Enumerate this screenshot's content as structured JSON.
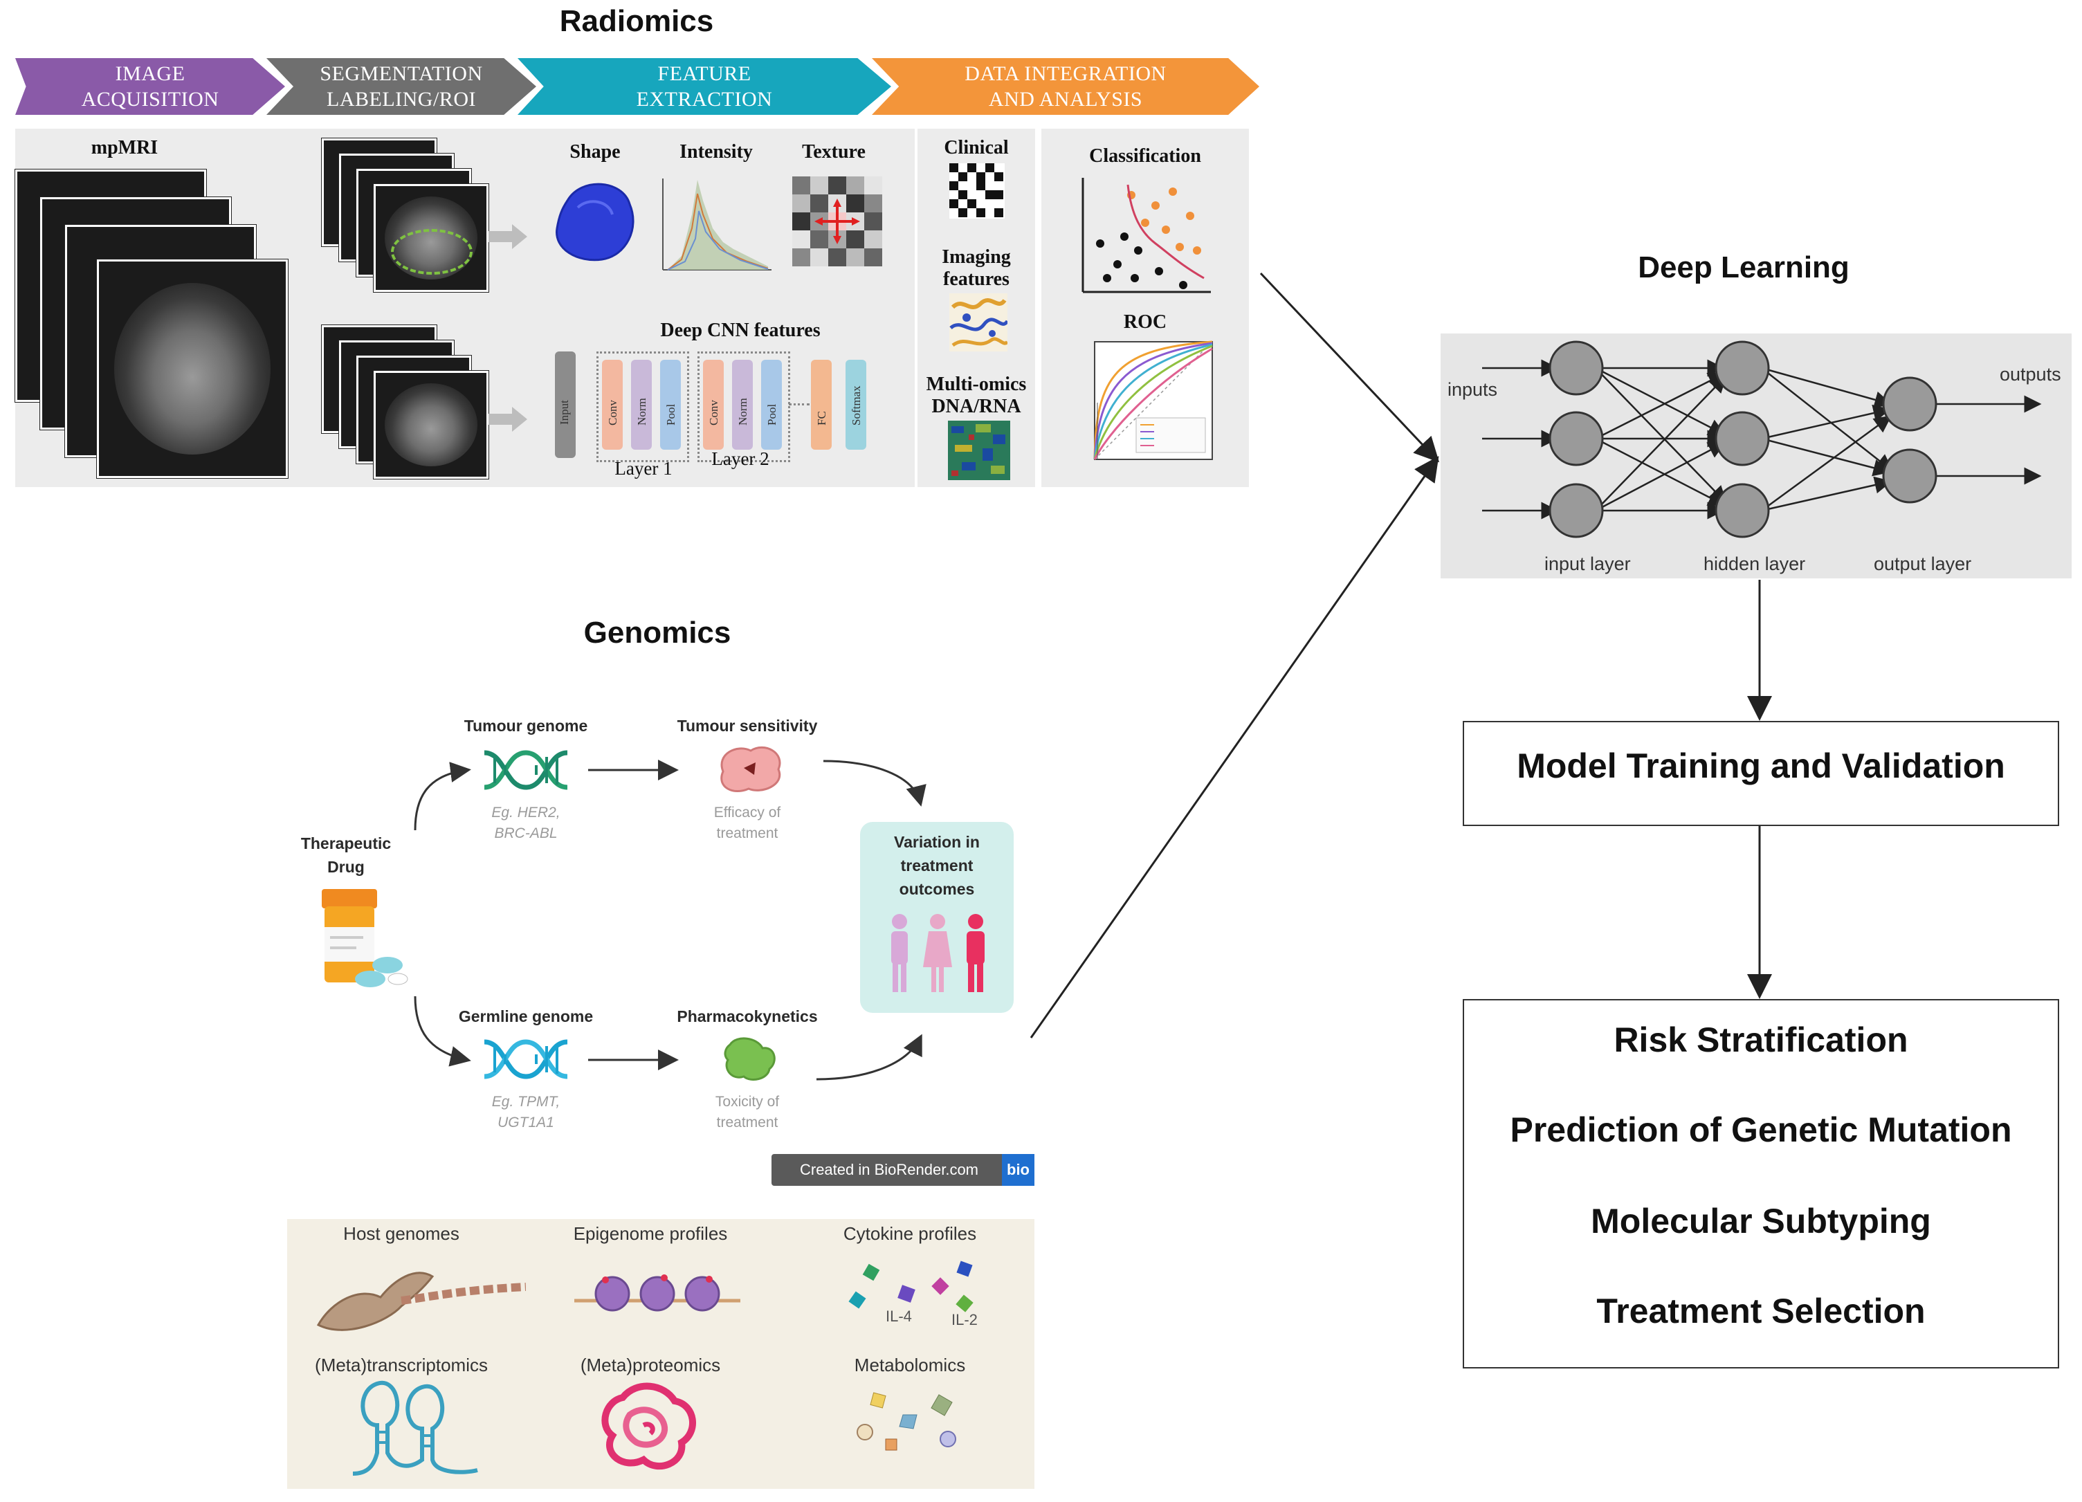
{
  "titles": {
    "radiomics": "Radiomics",
    "genomics": "Genomics",
    "deep_learning": "Deep Learning"
  },
  "pipeline": [
    {
      "label": "IMAGE\nACQUISITION",
      "color": "#8a5aa8"
    },
    {
      "label": "SEGMENTATION\nLABELING/ROI",
      "color": "#6f6f6f"
    },
    {
      "label": "FEATURE\nEXTRACTION",
      "color": "#17a6bd"
    },
    {
      "label": "DATA INTEGRATION\nAND ANALYSIS",
      "color": "#f3953a"
    }
  ],
  "radiomics": {
    "mpmri_label": "mpMRI",
    "shape_label": "Shape",
    "intensity_label": "Intensity",
    "texture_label": "Texture",
    "cnn_label": "Deep CNN features",
    "cnn_blocks": [
      "Input",
      "Conv",
      "Norm",
      "Pool",
      "Conv",
      "Norm",
      "Pool",
      "FC",
      "Softmax"
    ],
    "layer1_label": "Layer 1",
    "layer2_label": "Layer 2",
    "clinical_label": "Clinical",
    "imaging_label": "Imaging\nfeatures",
    "multiomics_label": "Multi-omics\nDNA/RNA",
    "classification_label": "Classification",
    "roc_label": "ROC"
  },
  "genomics": {
    "tumour_genome": "Tumour genome",
    "tumour_genome_eg": "Eg. HER2,\nBRC-ABL",
    "tumour_sensitivity": "Tumour sensitivity",
    "tumour_sensitivity_sub": "Efficacy of\ntreatment",
    "therapeutic_drug": "Therapeutic\nDrug",
    "variation": "Variation in\ntreatment\noutcomes",
    "germline_genome": "Germline genome",
    "germline_eg": "Eg. TPMT,\nUGT1A1",
    "pharmacokinetics": "Pharmacokynetics",
    "pharmacokinetics_sub": "Toxicity of\ntreatment",
    "created_in": "Created in BioRender.com",
    "bio_badge": "bio",
    "omics": [
      "Host genomes",
      "Epigenome profiles",
      "Cytokine profiles",
      "(Meta)transcriptomics",
      "(Meta)proteomics",
      "Metabolomics"
    ],
    "il4": "IL-4",
    "il2": "IL-2"
  },
  "deep_learning": {
    "inputs": "inputs",
    "outputs": "outputs",
    "input_layer": "input layer",
    "hidden_layer": "hidden layer",
    "output_layer": "output layer"
  },
  "model_training": "Model Training and Validation",
  "outcomes": [
    "Risk Stratification",
    "Prediction of Genetic Mutation",
    "Molecular Subtyping",
    "Treatment Selection"
  ],
  "colors": {
    "cnn_input": "#8c8c8c",
    "cnn_conv": "#f3b8a0",
    "cnn_norm": "#c9b9d9",
    "cnn_pool": "#a8c8e8",
    "cnn_fc": "#f3b890",
    "cnn_softmax": "#9cd3df",
    "dna_tumour": "#1d8a6b",
    "dna_germline": "#1aa3d0",
    "variation_bg": "#d3efec",
    "node_fill": "#9a9a9a"
  }
}
